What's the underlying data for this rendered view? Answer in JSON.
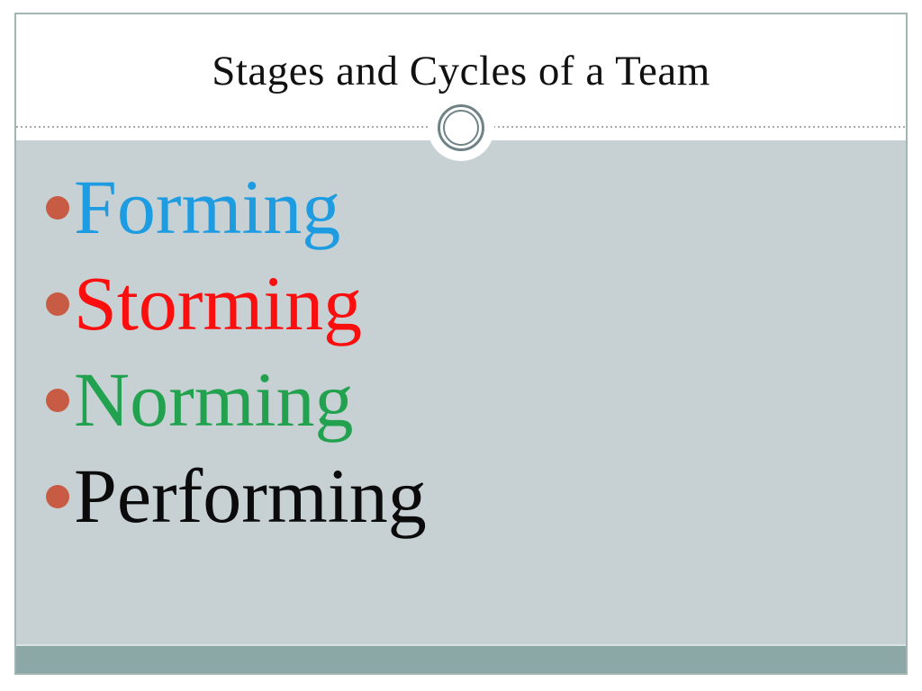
{
  "slide": {
    "title": "Stages and Cycles of a Team",
    "bullets": [
      {
        "label": "Forming",
        "color": "#1E9CE2"
      },
      {
        "label": "Storming",
        "color": "#FB0E0E"
      },
      {
        "label": "Norming",
        "color": "#22A24F"
      },
      {
        "label": "Performing",
        "color": "#0B0B0B"
      }
    ]
  },
  "theme": {
    "title_color": "#111111",
    "content_bg": "#C7D1D4",
    "footer_band": "#8BA8A6",
    "footer_top_edge": "#D9E1E3",
    "bullet_marker": "#C85B43",
    "frame_border": "#A3B5B2",
    "ring": "#6F8387",
    "dash": "#A8ABAB"
  }
}
